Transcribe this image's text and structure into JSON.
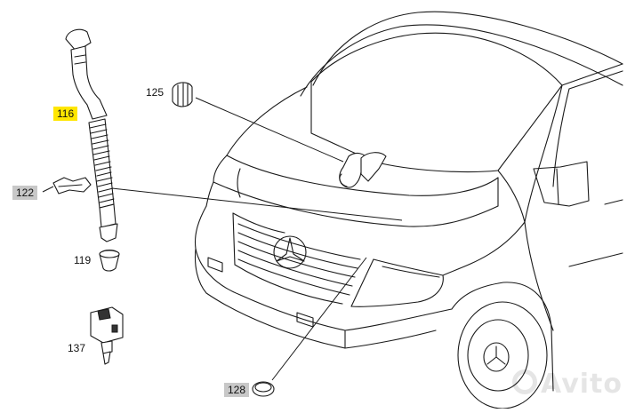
{
  "callouts": {
    "c116": "116",
    "c122": "122",
    "c119": "119",
    "c125": "125",
    "c137": "137",
    "c128": "128"
  },
  "watermark": {
    "text": "Avito"
  },
  "colors": {
    "highlight_yellow": "#ffe600",
    "highlight_gray": "#c8c8c8",
    "line": "#1a1a1a"
  }
}
